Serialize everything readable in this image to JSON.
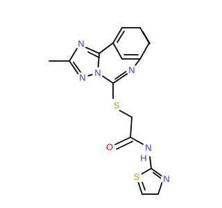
{
  "structure": {
    "colors": {
      "bond": "#000000",
      "N": "#3333ff",
      "S": "#b2a200",
      "O": "#ff0000",
      "H": "#3333ff"
    },
    "atoms": {
      "n1": "N",
      "n2": "N",
      "n3": "N",
      "n4": "N",
      "s_thioether": "S",
      "o_carbonyl": "O",
      "nh": "N",
      "h_amide": "H",
      "s_thiazole": "S",
      "n_thiazole": "N"
    }
  }
}
